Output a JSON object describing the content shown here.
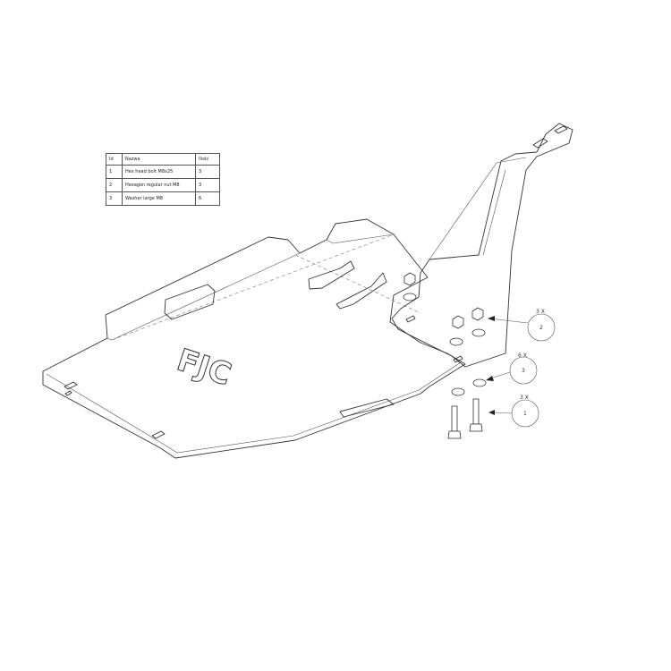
{
  "bom": {
    "headers": [
      "Id",
      "Nazwa",
      "Ilość"
    ],
    "rows": [
      {
        "id": "1",
        "name": "Hex head bolt M8x25",
        "qty": "3"
      },
      {
        "id": "2",
        "name": "Hexagon regular nut M8",
        "qty": "3"
      },
      {
        "id": "3",
        "name": "Washer large M8",
        "qty": "6"
      }
    ]
  },
  "callouts": [
    {
      "number": "2",
      "quantity": "3 X"
    },
    {
      "number": "3",
      "quantity": "6 X"
    },
    {
      "number": "1",
      "quantity": "3 X"
    }
  ],
  "logo_text": "FJC"
}
